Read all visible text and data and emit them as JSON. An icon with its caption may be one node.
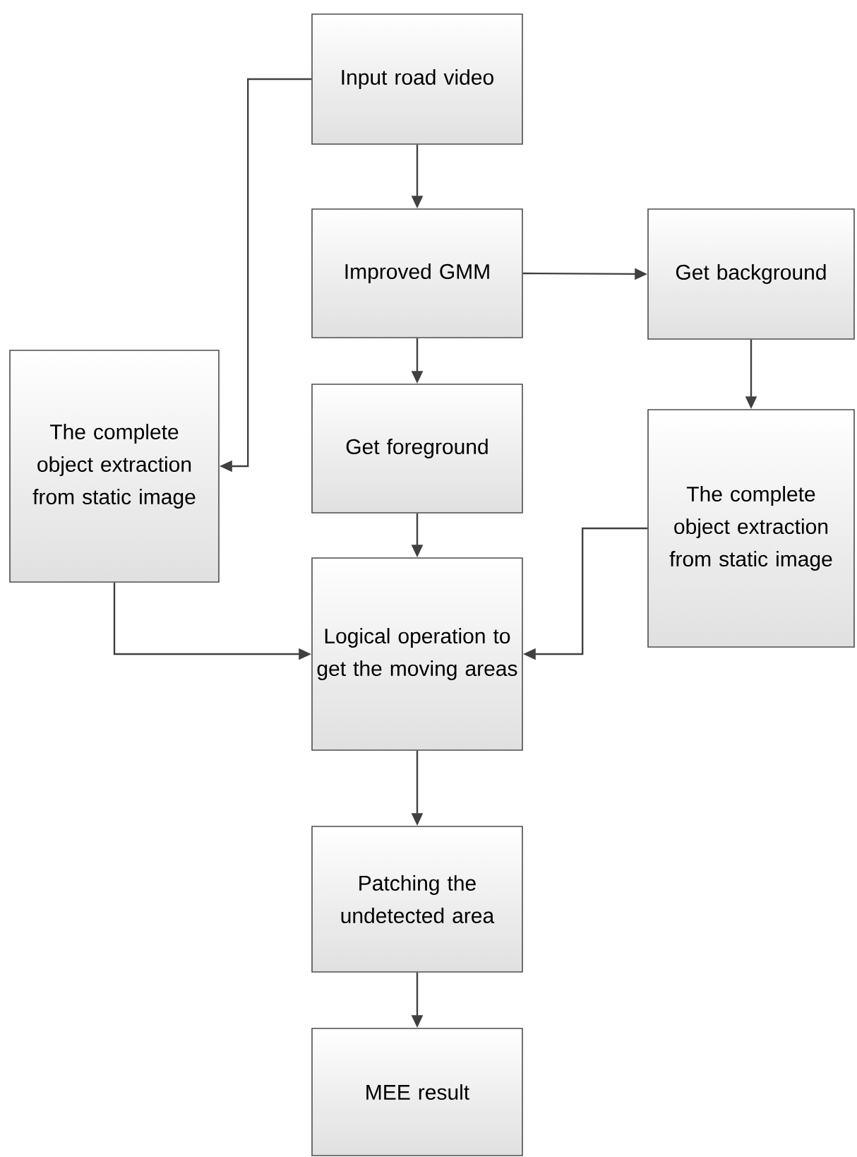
{
  "diagram": {
    "nodes": [
      {
        "text": [
          "Input road video"
        ]
      },
      {
        "text": [
          "Improved GMM"
        ]
      },
      {
        "text": [
          "Get background"
        ]
      },
      {
        "text": [
          "The complete object extraction from static image"
        ]
      },
      {
        "text": [
          "Get foreground"
        ]
      },
      {
        "text": [
          "The complete object extraction from static image"
        ]
      },
      {
        "text": [
          "Logical operation to get the moving areas"
        ]
      },
      {
        "text": [
          "Patching the undetected area"
        ]
      },
      {
        "text": [
          "MEE result"
        ]
      }
    ],
    "edges": [
      {
        "from": 0,
        "to": 1,
        "arrow": "to"
      },
      {
        "from": 0,
        "to": 3,
        "arrow": "to"
      },
      {
        "from": 1,
        "to": 2,
        "arrow": "to"
      },
      {
        "from": 1,
        "to": 4,
        "arrow": "to"
      },
      {
        "from": 2,
        "to": 5,
        "arrow": "to"
      },
      {
        "from": 4,
        "to": 6,
        "arrow": "to"
      },
      {
        "from": 3,
        "to": 6,
        "arrow": "to"
      },
      {
        "from": 5,
        "to": 6,
        "arrow": "to"
      },
      {
        "from": 6,
        "to": 7,
        "arrow": "to"
      },
      {
        "from": 7,
        "to": 8,
        "arrow": "to"
      }
    ]
  }
}
